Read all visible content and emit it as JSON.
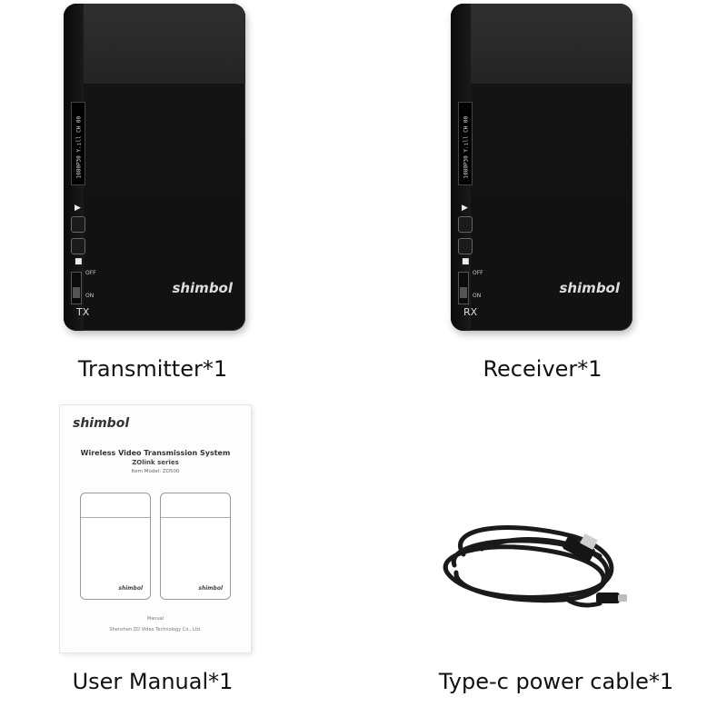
{
  "items": [
    {
      "caption": "Transmitter*1"
    },
    {
      "caption": "Receiver*1"
    },
    {
      "caption": "User Manual*1"
    },
    {
      "caption": "Type-c power cable*1"
    }
  ],
  "transmitter": {
    "model": "TX",
    "brand": "shimbol",
    "screen_text": "1080P30 Y.ıll CH 00",
    "switch_off": "OFF",
    "switch_on": "ON"
  },
  "receiver": {
    "model": "RX",
    "brand": "shimbol",
    "screen_text": "1080P30 Y.ıll CH 00",
    "switch_off": "OFF",
    "switch_on": "ON"
  },
  "manual": {
    "brand": "shimbol",
    "title": "Wireless Video Transmission System",
    "series": "ZOlink series",
    "item_model": "Item Model: ZO500",
    "footer": "Manual",
    "company": "Shenzhen ZO Video Technology Co., Ltd."
  },
  "colors": {
    "device_body": "#141414",
    "background": "#ffffff",
    "caption_text": "#111111"
  }
}
